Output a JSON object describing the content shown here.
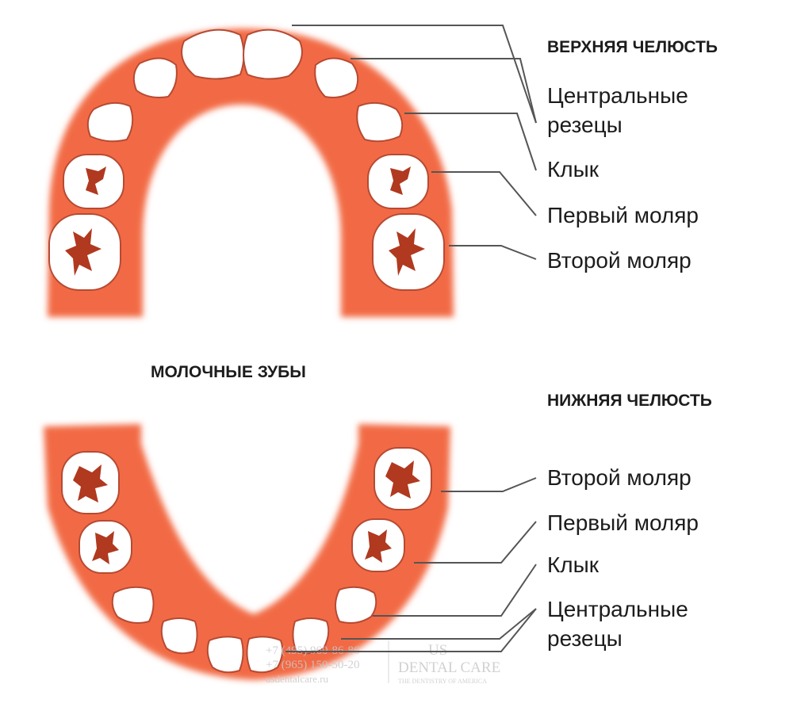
{
  "colors": {
    "gum": "#f26a45",
    "gum_edge": "#f7b9a3",
    "tooth": "#ffffff",
    "tooth_outline": "#b64a33",
    "fissure": "#b0391f",
    "leader_line": "#555555",
    "text": "#1c1c1c",
    "watermark": "#c9c9c9"
  },
  "upper_jaw": {
    "heading": "ВЕРХНЯЯ ЧЕЛЮСТЬ",
    "labels": [
      {
        "line1": "Центральные",
        "line2": "резецы"
      },
      {
        "line1": "Клык"
      },
      {
        "line1": "Первый моляр"
      },
      {
        "line1": "Второй моляр"
      }
    ]
  },
  "center_title": "МОЛОЧНЫЕ ЗУБЫ",
  "lower_jaw": {
    "heading": "НИЖНЯЯ ЧЕЛЮСТЬ",
    "labels": [
      {
        "line1": "Второй моляр"
      },
      {
        "line1": "Первый моляр"
      },
      {
        "line1": "Клык"
      },
      {
        "line1": "Центральные",
        "line2": "резецы"
      }
    ]
  },
  "watermark": {
    "phone1": "+7 (495) 960-86-86",
    "phone2": "+7 (965) 150-50-20",
    "site": "usdentalcare.ru",
    "brand1": "US",
    "brand2": "DENTAL CARE",
    "tagline": "THE DENTISTRY OF AMERICA"
  }
}
